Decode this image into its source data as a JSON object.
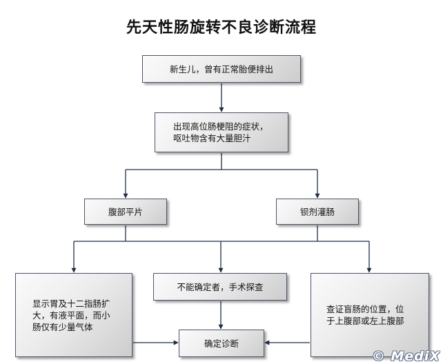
{
  "title": "先天性肠旋转不良诊断流程",
  "nodes": {
    "newborn": "新生儿，曾有正常胎便排出",
    "symptoms": "出现高位肠梗阻的症状，\n呕吐物含有大量胆汁",
    "abdominal_xray": "腹部平片",
    "barium_enema": "钡剂灌肠",
    "xray_finding": "显示胃及十二指肠扩\n大，有液平面，而小\n肠仅有少量气体",
    "surgery": "不能确定者，手术探查",
    "cecum_position": "查证盲肠的位置，位\n于上腹部或左上腹部",
    "diagnosis": "确定诊断"
  },
  "watermark": "© MediX",
  "colors": {
    "line": "#1f2c44",
    "border": "#4a5468"
  }
}
